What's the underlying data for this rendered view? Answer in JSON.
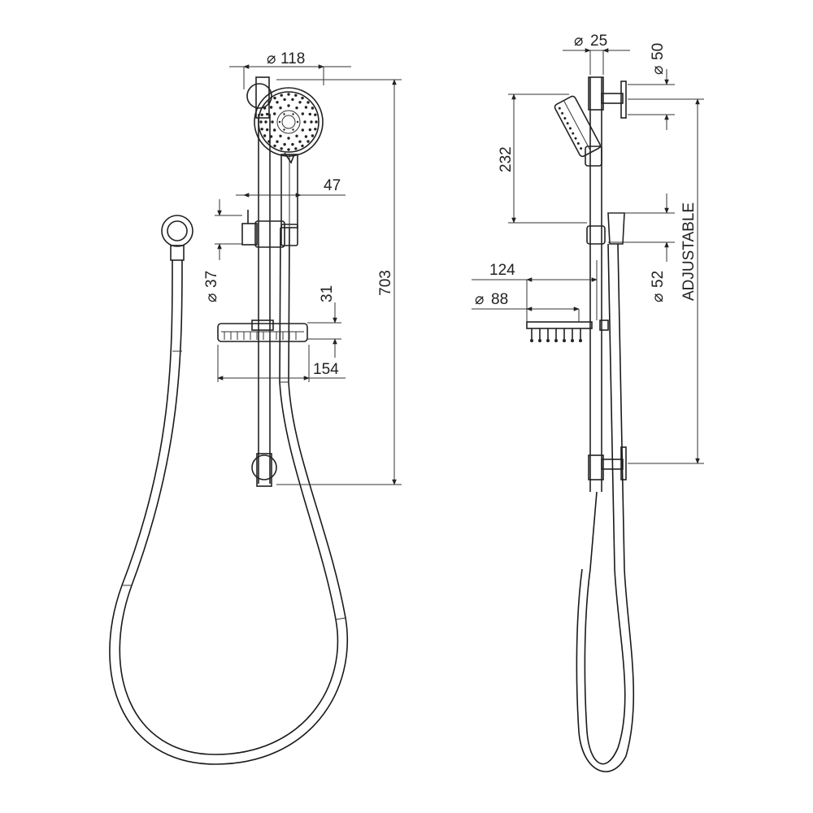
{
  "front_view": {
    "dims": {
      "head_diameter": "118",
      "rail_offset": "47",
      "rail_height": "703",
      "knob_diameter": "37",
      "dish_height": "31",
      "dish_width": "154"
    },
    "diameter_symbol": "⌀"
  },
  "side_view": {
    "dims": {
      "bracket_diameter": "25",
      "wall_flange_diameter": "50",
      "head_to_slider": "232",
      "slider_diameter": "52",
      "dish_projection": "124",
      "dish_depth_diameter": "88",
      "adjustable": "ADJUSTABLE"
    },
    "diameter_symbol": "⌀"
  },
  "colors": {
    "line": "#222222",
    "background": "#ffffff"
  }
}
